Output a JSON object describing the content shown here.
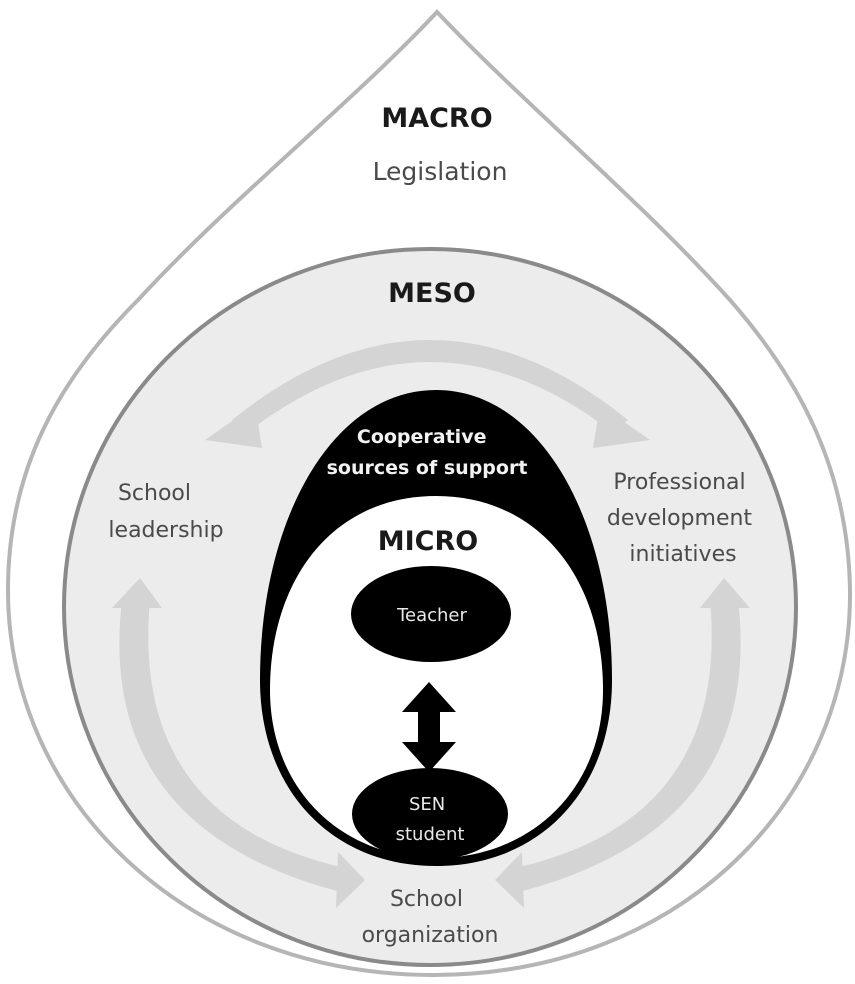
{
  "diagram": {
    "type": "nested-levels",
    "levels": {
      "macro": {
        "title": "MACRO",
        "items": [
          "Legislation"
        ]
      },
      "meso": {
        "title": "MESO",
        "items": [
          {
            "id": "school-leadership",
            "lines": [
              "School",
              "leadership"
            ]
          },
          {
            "id": "professional-development",
            "lines": [
              "Professional",
              "development",
              "initiatives"
            ]
          },
          {
            "id": "school-organization",
            "lines": [
              "School",
              "organization"
            ]
          }
        ]
      },
      "cooperative": {
        "lines": [
          "Cooperative",
          "sources of support"
        ]
      },
      "micro": {
        "title": "MICRO",
        "nodes": [
          {
            "id": "teacher",
            "lines": [
              "Teacher"
            ]
          },
          {
            "id": "sen-student",
            "lines": [
              "SEN",
              "student"
            ]
          }
        ],
        "relation": "bidirectional"
      }
    },
    "flows": [
      {
        "from": "professional-development",
        "to": "school-leadership",
        "via": "top arc"
      },
      {
        "from": "school-leadership",
        "to": "professional-development",
        "via": "top arc"
      },
      {
        "from": "school-organization",
        "to": "school-leadership",
        "via": "left arc"
      },
      {
        "from": "school-leadership",
        "to": "school-organization",
        "via": "left arc"
      },
      {
        "from": "school-organization",
        "to": "professional-development",
        "via": "right arc"
      },
      {
        "from": "professional-development",
        "to": "school-organization",
        "via": "right arc"
      }
    ],
    "colors": {
      "macro_stroke": "#b5b5b5",
      "meso_fill": "#ececec",
      "meso_stroke": "#8a8a8a",
      "arrow_fill": "#d4d4d4",
      "egg_fill": "#000000",
      "micro_fill": "#ffffff",
      "node_fill": "#000000"
    }
  }
}
